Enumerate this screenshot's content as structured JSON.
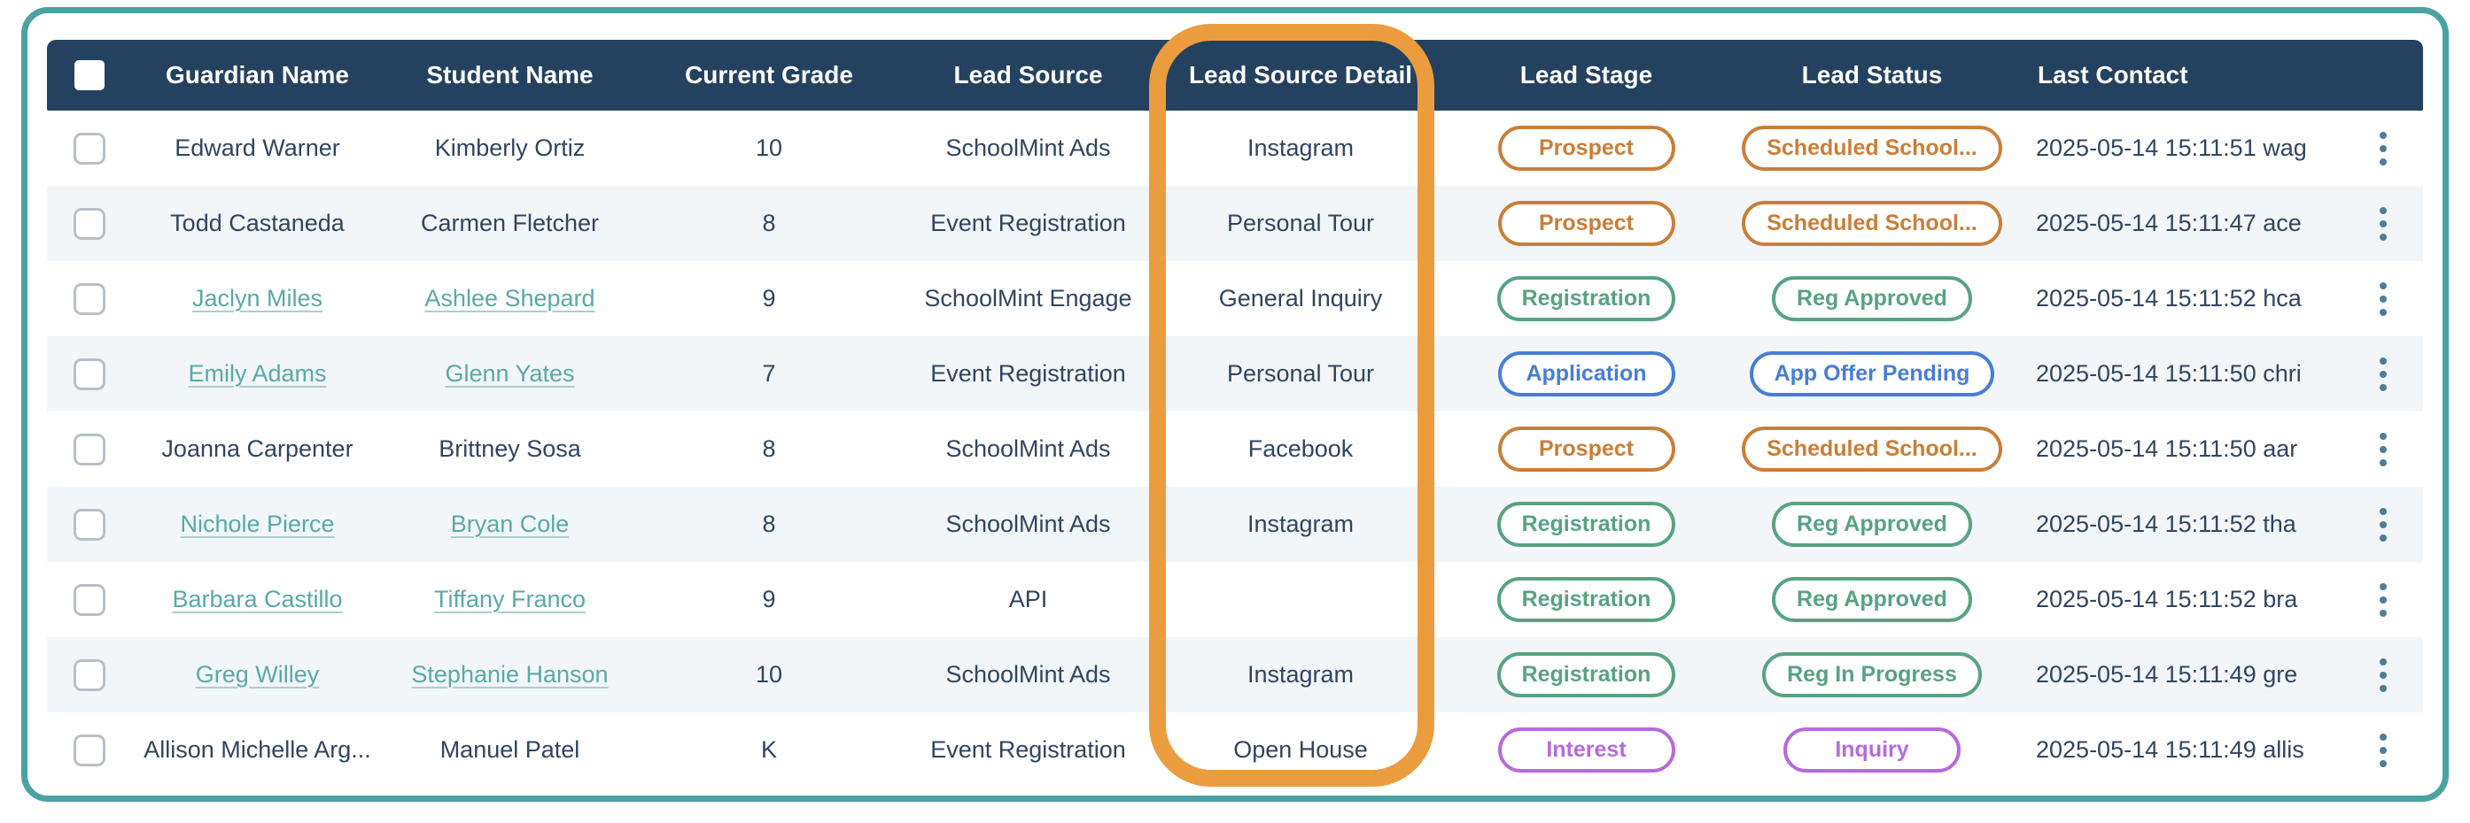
{
  "card": {
    "border_color": "#4BA2A2"
  },
  "annotation": {
    "highlighted_column": "Lead Source Detail",
    "color": "#EB9C3E"
  },
  "header": {
    "bg_color": "#24425F",
    "select_all_checked": false,
    "columns": [
      "Guardian Name",
      "Student Name",
      "Current Grade",
      "Lead Source",
      "Lead Source Detail",
      "Lead Stage",
      "Lead Status",
      "Last Contact"
    ]
  },
  "badge_colors": {
    "orange": "#CA7E38",
    "green": "#57A381",
    "blue": "#477ED6",
    "purple": "#B869DD"
  },
  "rows": [
    {
      "guardian_name": "Edward Warner",
      "student_name": "Kimberly Ortiz",
      "names_are_links": false,
      "current_grade": "10",
      "lead_source": "SchoolMint Ads",
      "lead_source_detail": "Instagram",
      "lead_stage": {
        "label": "Prospect",
        "color": "orange"
      },
      "lead_status": {
        "label": "Scheduled School...",
        "color": "orange"
      },
      "last_contact": "2025-05-14 15:11:51 wag"
    },
    {
      "guardian_name": "Todd Castaneda",
      "student_name": "Carmen Fletcher",
      "names_are_links": false,
      "current_grade": "8",
      "lead_source": "Event Registration",
      "lead_source_detail": "Personal Tour",
      "lead_stage": {
        "label": "Prospect",
        "color": "orange"
      },
      "lead_status": {
        "label": "Scheduled School...",
        "color": "orange"
      },
      "last_contact": "2025-05-14 15:11:47 ace"
    },
    {
      "guardian_name": "Jaclyn Miles",
      "student_name": "Ashlee Shepard",
      "names_are_links": true,
      "current_grade": "9",
      "lead_source": "SchoolMint Engage",
      "lead_source_detail": "General Inquiry",
      "lead_stage": {
        "label": "Registration",
        "color": "green"
      },
      "lead_status": {
        "label": "Reg Approved",
        "color": "green"
      },
      "last_contact": "2025-05-14 15:11:52 hca"
    },
    {
      "guardian_name": "Emily Adams",
      "student_name": "Glenn Yates",
      "names_are_links": true,
      "current_grade": "7",
      "lead_source": "Event Registration",
      "lead_source_detail": "Personal Tour",
      "lead_stage": {
        "label": "Application",
        "color": "blue"
      },
      "lead_status": {
        "label": "App Offer Pending",
        "color": "blue"
      },
      "last_contact": "2025-05-14 15:11:50 chri"
    },
    {
      "guardian_name": "Joanna Carpenter",
      "student_name": "Brittney Sosa",
      "names_are_links": false,
      "current_grade": "8",
      "lead_source": "SchoolMint Ads",
      "lead_source_detail": "Facebook",
      "lead_stage": {
        "label": "Prospect",
        "color": "orange"
      },
      "lead_status": {
        "label": "Scheduled School...",
        "color": "orange"
      },
      "last_contact": "2025-05-14 15:11:50 aar"
    },
    {
      "guardian_name": "Nichole Pierce",
      "student_name": "Bryan Cole",
      "names_are_links": true,
      "current_grade": "8",
      "lead_source": "SchoolMint Ads",
      "lead_source_detail": "Instagram",
      "lead_stage": {
        "label": "Registration",
        "color": "green"
      },
      "lead_status": {
        "label": "Reg Approved",
        "color": "green"
      },
      "last_contact": "2025-05-14 15:11:52 tha"
    },
    {
      "guardian_name": "Barbara Castillo",
      "student_name": "Tiffany Franco",
      "names_are_links": true,
      "current_grade": "9",
      "lead_source": "API",
      "lead_source_detail": "",
      "lead_stage": {
        "label": "Registration",
        "color": "green"
      },
      "lead_status": {
        "label": "Reg Approved",
        "color": "green"
      },
      "last_contact": "2025-05-14 15:11:52 bra"
    },
    {
      "guardian_name": "Greg Willey",
      "student_name": "Stephanie Hanson",
      "names_are_links": true,
      "current_grade": "10",
      "lead_source": "SchoolMint Ads",
      "lead_source_detail": "Instagram",
      "lead_stage": {
        "label": "Registration",
        "color": "green"
      },
      "lead_status": {
        "label": "Reg In Progress",
        "color": "green"
      },
      "last_contact": "2025-05-14 15:11:49 gre"
    },
    {
      "guardian_name": "Allison Michelle Arg...",
      "student_name": "Manuel Patel",
      "names_are_links": false,
      "current_grade": "K",
      "lead_source": "Event Registration",
      "lead_source_detail": "Open House",
      "lead_stage": {
        "label": "Interest",
        "color": "purple"
      },
      "lead_status": {
        "label": "Inquiry",
        "color": "purple"
      },
      "last_contact": "2025-05-14 15:11:49 allis"
    }
  ]
}
